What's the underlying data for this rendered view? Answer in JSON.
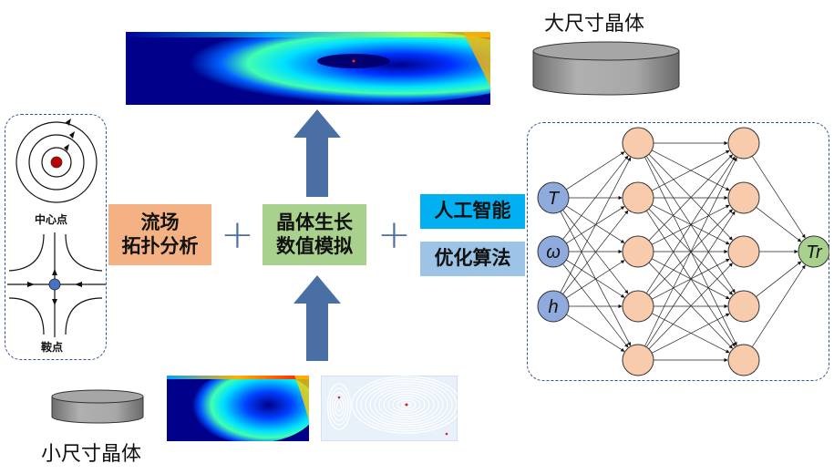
{
  "labels": {
    "large_crystal": "大尺寸晶体",
    "small_crystal": "小尺寸晶体",
    "center_point": "中心点",
    "saddle_point": "鞍点"
  },
  "boxes": {
    "flow_topology": [
      "流场",
      "拓扑分析"
    ],
    "crystal_growth": [
      "晶体生长",
      "数值模拟"
    ],
    "ai": "人工智能",
    "optimization": "优化算法"
  },
  "operators": {
    "plus": "+"
  },
  "neural_network": {
    "inputs": [
      "T",
      "ω",
      "h"
    ],
    "hidden_layers": [
      5,
      5
    ],
    "output": "Tr"
  },
  "colors": {
    "flow_box": "#f4b183",
    "growth_box": "#a9d18e",
    "ai_box": "#00b0f0",
    "opt_box": "#9dc3e6",
    "arrow": "#4a6fa5",
    "input_node": "#8faadc",
    "hidden_node": "#f8cbad",
    "output_node": "#a9d18e",
    "dashed_border": "#2f5597"
  }
}
